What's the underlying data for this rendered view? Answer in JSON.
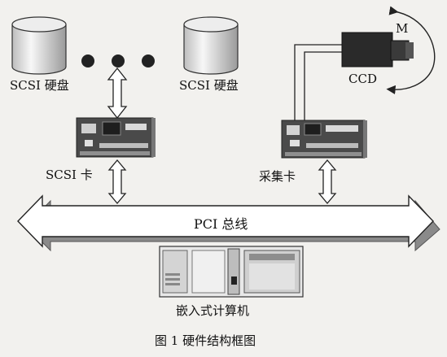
{
  "labels": {
    "disk_left": "SCSI 硬盘",
    "disk_right": "SCSI 硬盘",
    "camera": "CCD",
    "motor": "M",
    "scsi_card": "SCSI 卡",
    "capture_card": "采集卡",
    "bus": "PCI 总线",
    "computer": "嵌入式计算机"
  },
  "caption": "图 1   硬件结构框图",
  "colors": {
    "line": "#222222",
    "bus_fill": "#ffffff",
    "bus_shadow": "#8a8a8a",
    "board": "#3f3f3f",
    "camera_body": "#2a2a2a"
  }
}
